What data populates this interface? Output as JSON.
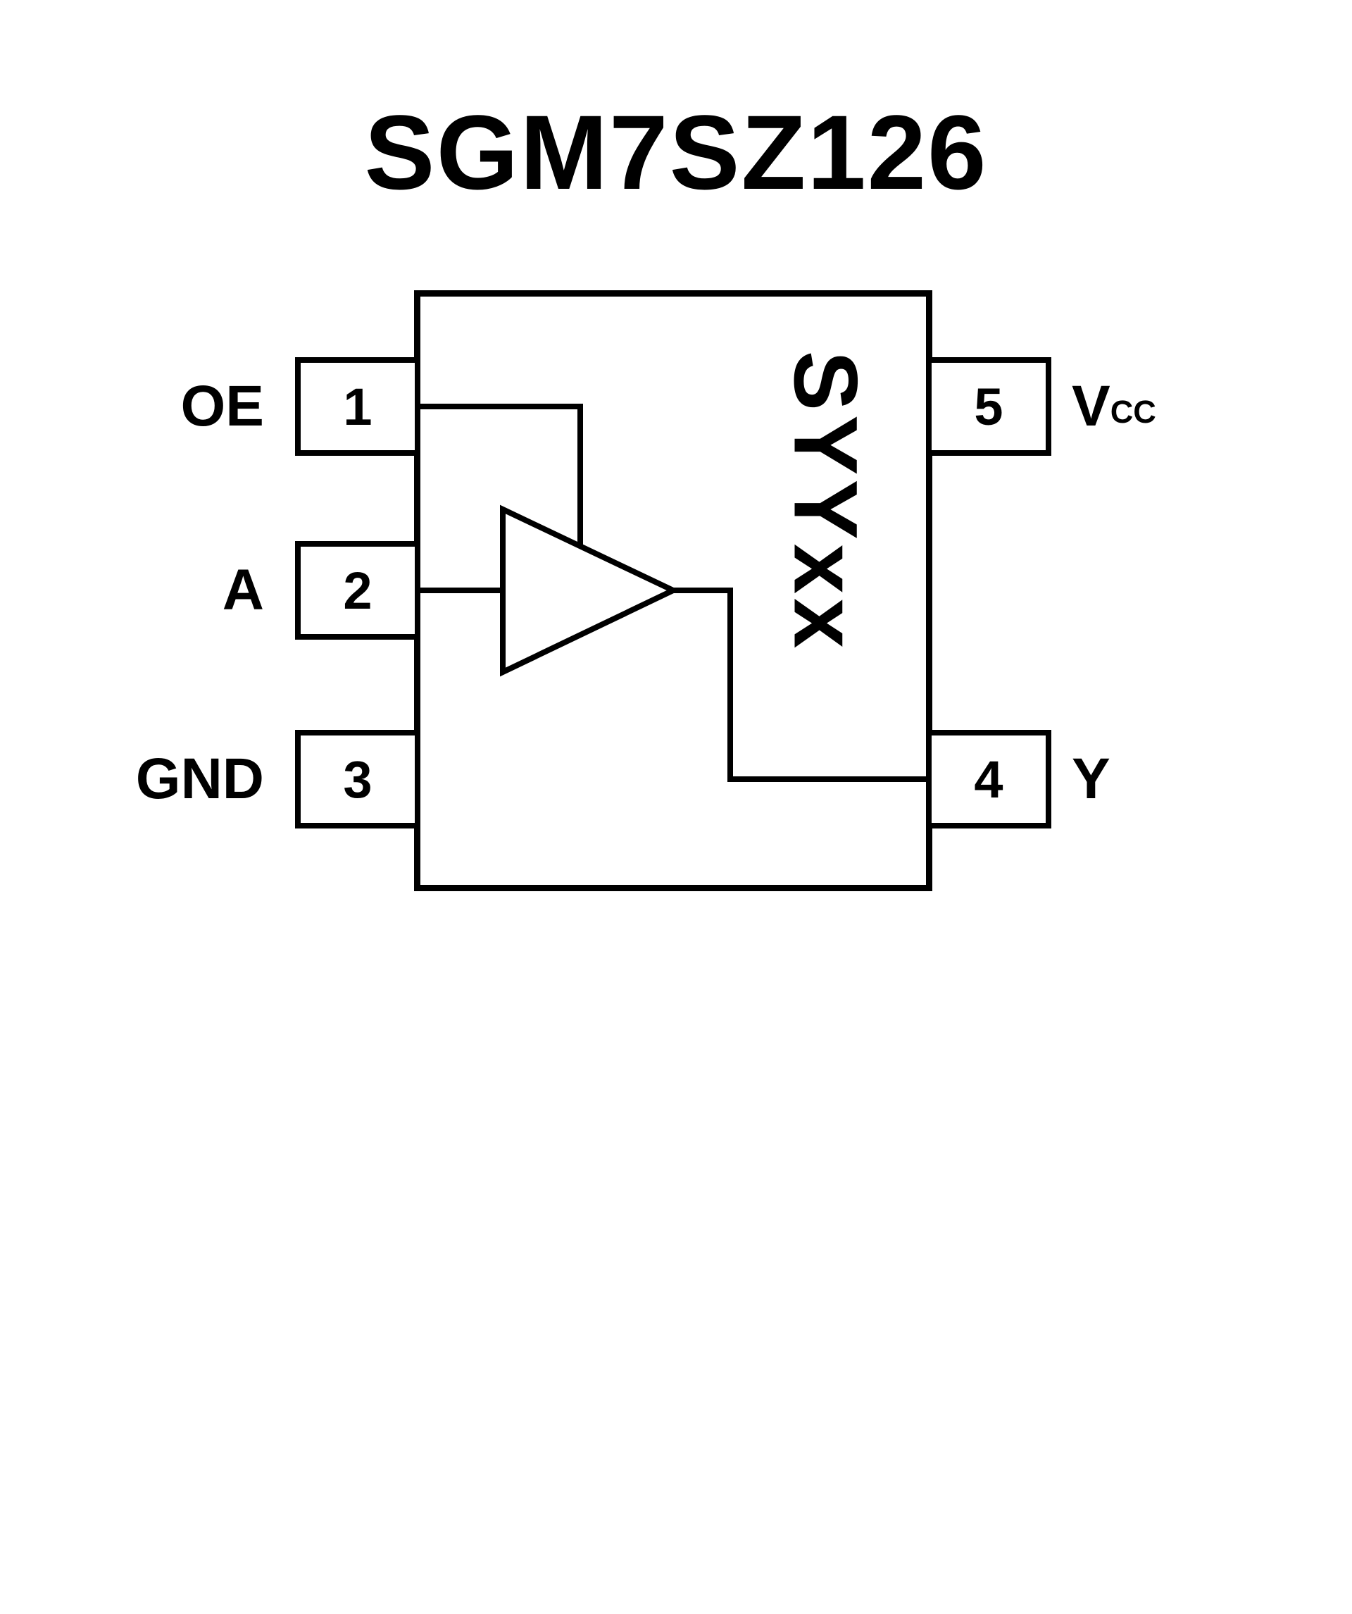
{
  "title": "SGM7SZ126",
  "colors": {
    "ink": "#000000",
    "background": "#ffffff"
  },
  "chip": {
    "marking": "SYYxx",
    "left_pins": [
      {
        "number": "1",
        "label": "OE"
      },
      {
        "number": "2",
        "label": "A"
      },
      {
        "number": "3",
        "label": "GND"
      }
    ],
    "right_pins": [
      {
        "number": "5",
        "label": "V",
        "label_sub": "CC"
      },
      {
        "number": "4",
        "label": "Y"
      }
    ]
  }
}
